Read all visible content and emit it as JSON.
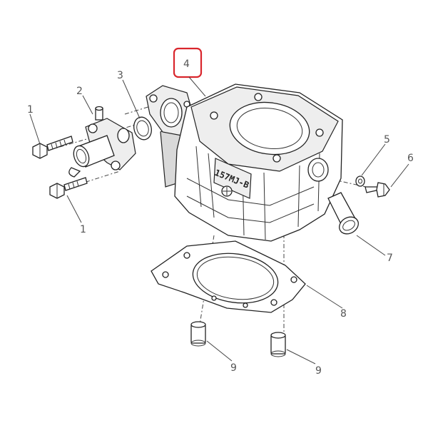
{
  "diagram": {
    "callouts": [
      {
        "id": "c1a",
        "text": "1"
      },
      {
        "id": "c1b",
        "text": "1"
      },
      {
        "id": "c2",
        "text": "2"
      },
      {
        "id": "c3",
        "text": "3"
      },
      {
        "id": "c4",
        "text": "4",
        "highlighted": true
      },
      {
        "id": "c5",
        "text": "5"
      },
      {
        "id": "c6",
        "text": "6"
      },
      {
        "id": "c7",
        "text": "7"
      },
      {
        "id": "c8",
        "text": "8"
      },
      {
        "id": "c9a",
        "text": "9"
      },
      {
        "id": "c9b",
        "text": "9"
      }
    ],
    "engraving": "157MJ-B",
    "highlight_color": "#d9262c"
  }
}
